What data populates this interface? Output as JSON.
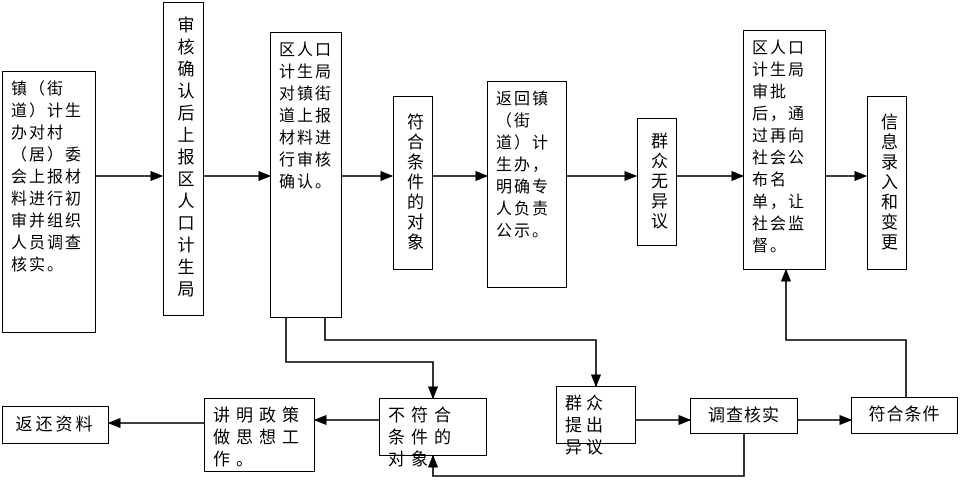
{
  "nodes": {
    "village_review": "镇（街道）计生办对村（居）委会上报材料进行初审并组织人员调查核实。",
    "county_approve": "审核确认后上报区人口计生局",
    "district_verify": "区人口计生局对镇街道上报材料进行审核确认。",
    "eligible_top": "符合条件的对象",
    "return_town": "返回镇（街道）计生办，明确专人负责公示。",
    "no_objection": "群众无异议",
    "district_publish": "区人口计生局审批后，通过再向社会公布名单，让社会监督。",
    "info_entry": "信息录入和变更",
    "return_materials": "返还资料",
    "explain_policy": "讲明政策做思想工作。",
    "ineligible": "不符合条件的对象",
    "objection": "群众提出异议",
    "investigate": "调查核实",
    "eligible_bottom": "符合条件"
  }
}
